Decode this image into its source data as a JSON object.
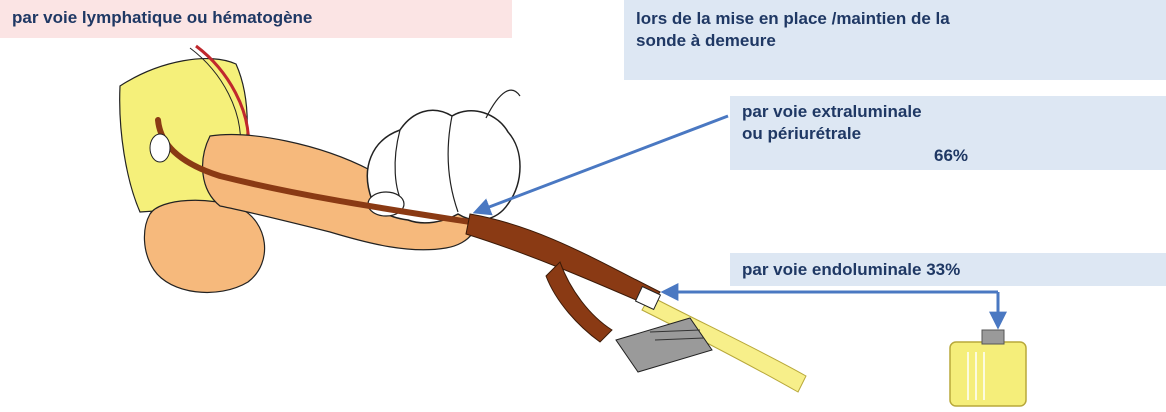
{
  "labels": {
    "lymph": "par voie lymphatique ou hématogène",
    "sonde_line1": "lors de la mise en place /maintien de la",
    "sonde_line2": "sonde à demeure",
    "extra_line1": "par voie extraluminale",
    "extra_line2": "ou périurétrale",
    "extra_pct": "66%",
    "endo": "par voie endoluminale 33%"
  },
  "colors": {
    "label_text": "#1f3864",
    "pink_box": "#fbe4e4",
    "blue_box": "#dde7f3",
    "arrow": "#4a78c2",
    "skin": "#f6b97c",
    "yellow_area": "#f5f07a",
    "catheter": "#8a3a14",
    "drain_tube": "#f7ef8a",
    "clamp": "#9a9a9a",
    "bag": "#f5ee7a"
  }
}
